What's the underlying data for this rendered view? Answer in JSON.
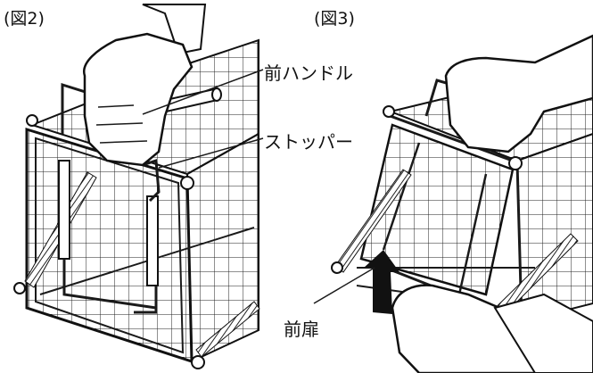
{
  "figure2": {
    "label": "(図2)",
    "callouts": {
      "front_handle": "前ハンドル",
      "stopper": "ストッパー"
    }
  },
  "figure3": {
    "label": "(図3)",
    "callouts": {
      "front_door": "前扉"
    }
  }
}
